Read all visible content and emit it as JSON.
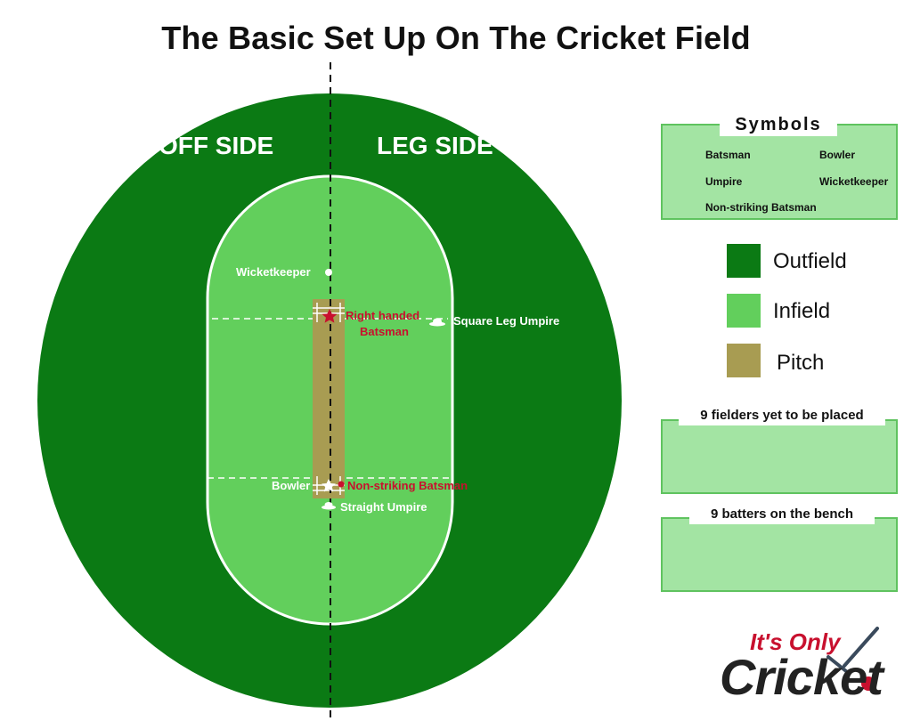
{
  "title": "The Basic Set Up On The Cricket Field",
  "sides": {
    "off": "OFF SIDE",
    "leg": "LEG SIDE"
  },
  "field_labels": {
    "wicketkeeper": "Wicketkeeper",
    "batsman_line1": "Right handed",
    "batsman_line2": "Batsman",
    "square_leg_umpire": "Square Leg Umpire",
    "bowler": "Bowler",
    "non_striking_batsman": "Non-striking Batsman",
    "straight_umpire": "Straight Umpire"
  },
  "symbols": {
    "title": "Symbols",
    "batsman": "Batsman",
    "bowler": "Bowler",
    "umpire": "Umpire",
    "wicketkeeper": "Wicketkeeper",
    "non_striking": "Non-striking Batsman"
  },
  "legend": [
    {
      "label": "Outfield",
      "color": "#0b7a14"
    },
    {
      "label": "Infield",
      "color": "#62cf5c"
    },
    {
      "label": "Pitch",
      "color": "#a89c52"
    }
  ],
  "fielders": {
    "title": "9 fielders yet to be placed",
    "count": 9,
    "color": "#ffffff"
  },
  "batters": {
    "title": "9 batters on the bench",
    "count": 9,
    "color": "#c0172e"
  },
  "colors": {
    "outfield": "#0b7a14",
    "infield": "#62cf5c",
    "pitch": "#a89c52",
    "batsman_red": "#c8102e"
  },
  "logo": {
    "line1": "It's Only",
    "line2": "Cricket"
  }
}
